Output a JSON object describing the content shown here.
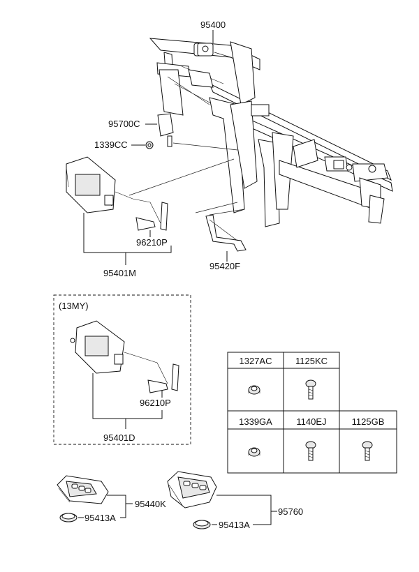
{
  "labels": {
    "p95400": "95400",
    "p95700c": "95700C",
    "p1339cc": "1339CC",
    "p96210p_a": "96210P",
    "p95401m": "95401M",
    "p95420f": "95420F",
    "group_tag": "(13MY)",
    "p96210p_b": "96210P",
    "p95401d": "95401D",
    "p95440k": "95440K",
    "p95413a_a": "95413A",
    "p95760": "95760",
    "p95413a_b": "95413A"
  },
  "fastener_table": {
    "headers_row1": [
      "1327AC",
      "1125KC"
    ],
    "headers_row2": [
      "1339GA",
      "1140EJ",
      "1125GB"
    ],
    "icons_row1": [
      "nut-icon",
      "bolt-icon"
    ],
    "icons_row2": [
      "nut-icon",
      "bolt-icon",
      "bolt-icon"
    ]
  }
}
